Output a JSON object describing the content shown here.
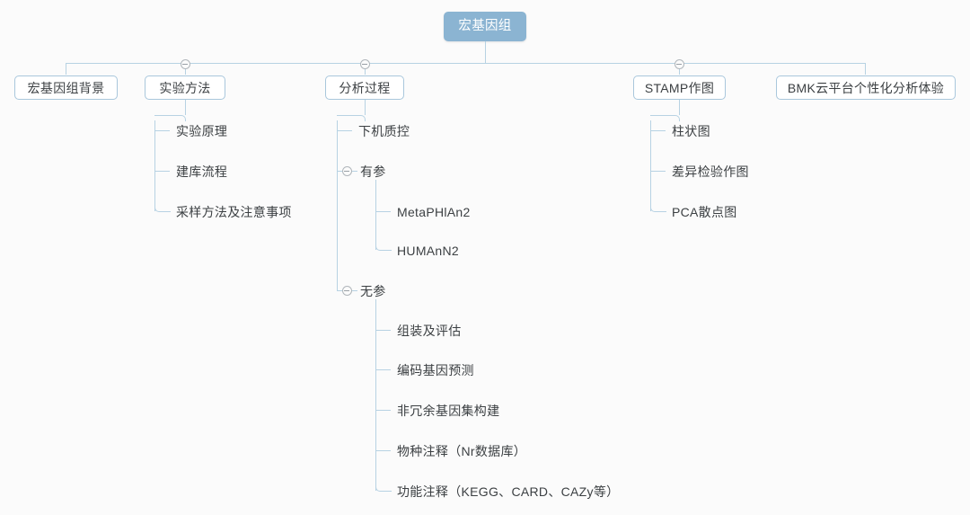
{
  "diagram": {
    "title": "宏基因组",
    "type": "mindmap-tree",
    "colors": {
      "root_fill": "#8bb4d2",
      "root_text": "#ffffff",
      "node_fill": "#ffffff",
      "node_border": "#a9c7dc",
      "node_text": "#3c4043",
      "connector": "#b7d2e3",
      "background": "#fbfbfb",
      "toggle_border": "#b0b6bb"
    },
    "root": {
      "label": "宏基因组"
    },
    "branches": [
      {
        "label": "宏基因组背景",
        "collapsible": false,
        "children": []
      },
      {
        "label": "实验方法",
        "collapsible": true,
        "toggle_state": "expanded",
        "children": [
          {
            "label": "实验原理"
          },
          {
            "label": "建库流程"
          },
          {
            "label": "采样方法及注意事项"
          }
        ]
      },
      {
        "label": "分析过程",
        "collapsible": true,
        "toggle_state": "expanded",
        "children": [
          {
            "label": "下机质控",
            "collapsible": false,
            "children": []
          },
          {
            "label": "有参",
            "collapsible": true,
            "toggle_state": "expanded",
            "children": [
              {
                "label": "MetaPHlAn2"
              },
              {
                "label": "HUMAnN2"
              }
            ]
          },
          {
            "label": "无参",
            "collapsible": true,
            "toggle_state": "expanded",
            "children": [
              {
                "label": "组装及评估"
              },
              {
                "label": "编码基因预测"
              },
              {
                "label": "非冗余基因集构建"
              },
              {
                "label": "物种注释（Nr数据库）"
              },
              {
                "label": "功能注释（KEGG、CARD、CAZy等）"
              }
            ]
          }
        ]
      },
      {
        "label": "STAMP作图",
        "collapsible": true,
        "toggle_state": "expanded",
        "children": [
          {
            "label": "柱状图"
          },
          {
            "label": "差异检验作图"
          },
          {
            "label": "PCA散点图"
          }
        ]
      },
      {
        "label": "BMK云平台个性化分析体验",
        "collapsible": false,
        "children": []
      }
    ]
  }
}
